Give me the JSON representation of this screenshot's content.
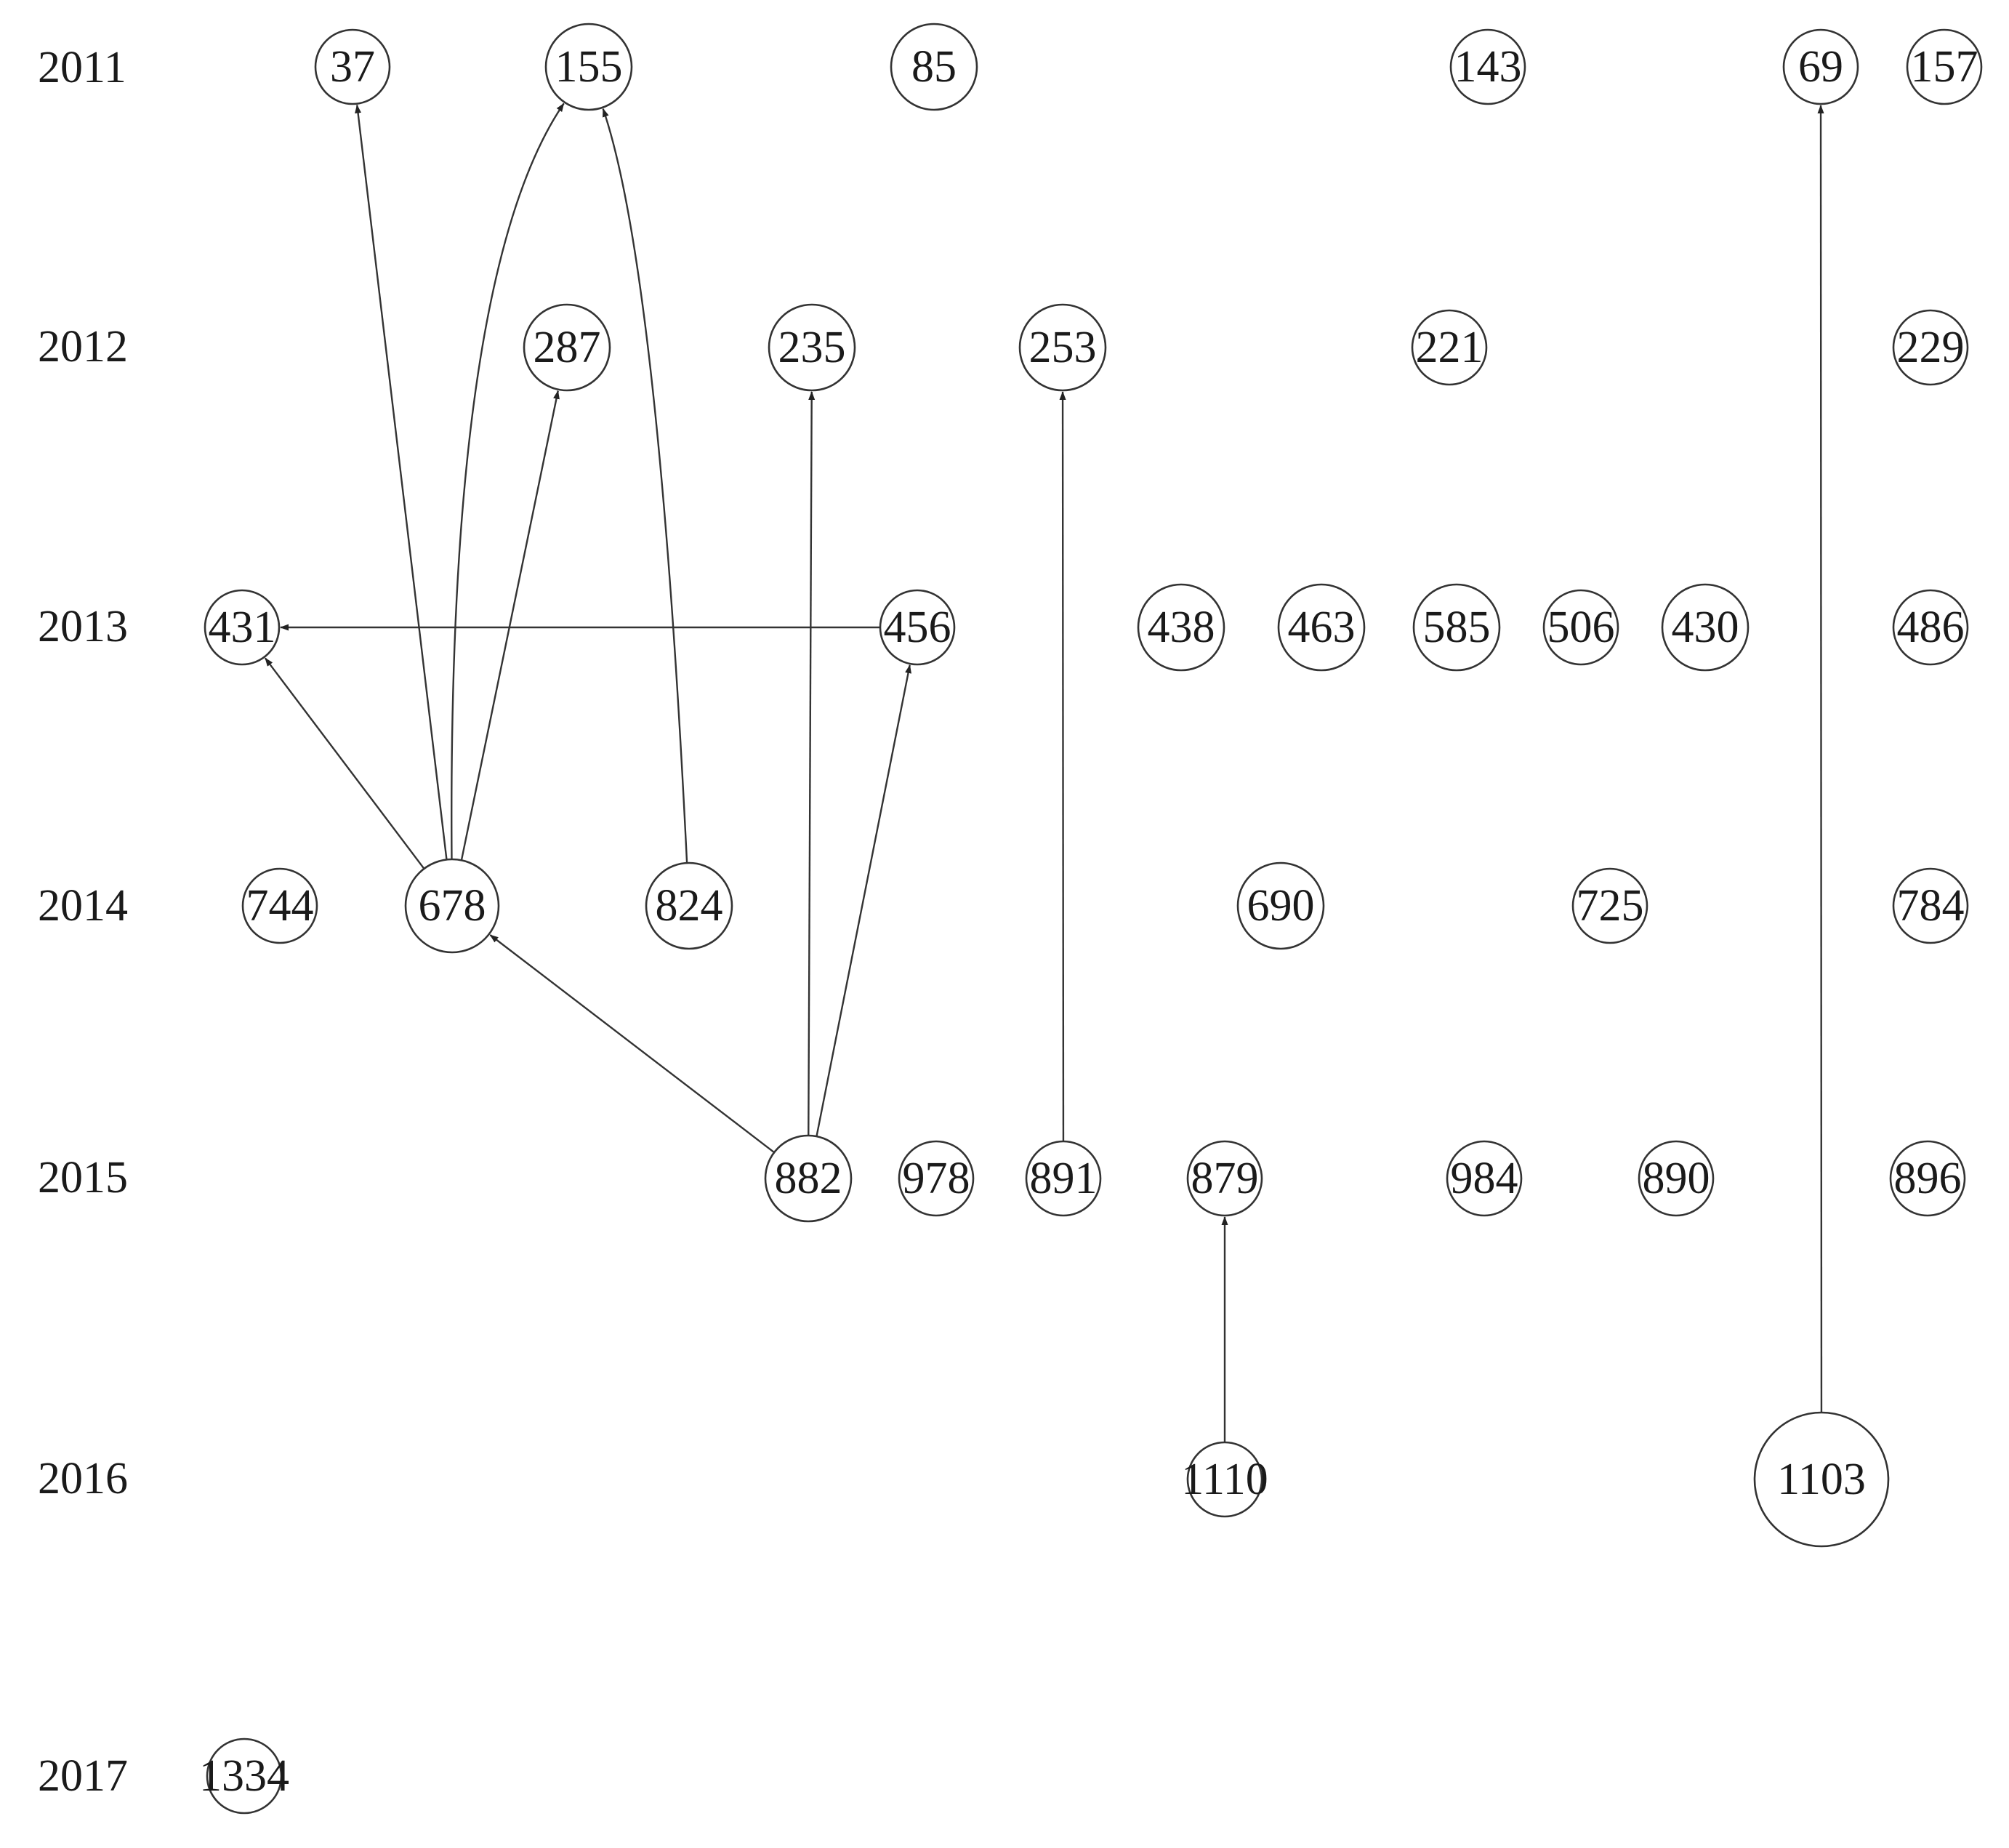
{
  "years": [
    "2011",
    "2012",
    "2013",
    "2014",
    "2015",
    "2016",
    "2017"
  ],
  "nodes": [
    {
      "id": "37",
      "year": "2011",
      "weight": 1
    },
    {
      "id": "155",
      "year": "2011",
      "weight": 2
    },
    {
      "id": "85",
      "year": "2011",
      "weight": 2
    },
    {
      "id": "143",
      "year": "2011",
      "weight": 1
    },
    {
      "id": "69",
      "year": "2011",
      "weight": 1
    },
    {
      "id": "157",
      "year": "2011",
      "weight": 1
    },
    {
      "id": "287",
      "year": "2012",
      "weight": 2
    },
    {
      "id": "235",
      "year": "2012",
      "weight": 2
    },
    {
      "id": "253",
      "year": "2012",
      "weight": 2
    },
    {
      "id": "221",
      "year": "2012",
      "weight": 1
    },
    {
      "id": "229",
      "year": "2012",
      "weight": 1
    },
    {
      "id": "431",
      "year": "2013",
      "weight": 1
    },
    {
      "id": "456",
      "year": "2013",
      "weight": 1
    },
    {
      "id": "438",
      "year": "2013",
      "weight": 2
    },
    {
      "id": "463",
      "year": "2013",
      "weight": 2
    },
    {
      "id": "585",
      "year": "2013",
      "weight": 2
    },
    {
      "id": "506",
      "year": "2013",
      "weight": 1
    },
    {
      "id": "430",
      "year": "2013",
      "weight": 2
    },
    {
      "id": "486",
      "year": "2013",
      "weight": 1
    },
    {
      "id": "744",
      "year": "2014",
      "weight": 1
    },
    {
      "id": "678",
      "year": "2014",
      "weight": 3
    },
    {
      "id": "824",
      "year": "2014",
      "weight": 2
    },
    {
      "id": "690",
      "year": "2014",
      "weight": 2
    },
    {
      "id": "725",
      "year": "2014",
      "weight": 1
    },
    {
      "id": "784",
      "year": "2014",
      "weight": 1
    },
    {
      "id": "882",
      "year": "2015",
      "weight": 2
    },
    {
      "id": "978",
      "year": "2015",
      "weight": 1
    },
    {
      "id": "891",
      "year": "2015",
      "weight": 1
    },
    {
      "id": "879",
      "year": "2015",
      "weight": 1
    },
    {
      "id": "984",
      "year": "2015",
      "weight": 1
    },
    {
      "id": "890",
      "year": "2015",
      "weight": 1
    },
    {
      "id": "896",
      "year": "2015",
      "weight": 1
    },
    {
      "id": "1110",
      "year": "2016",
      "weight": 1
    },
    {
      "id": "1103",
      "year": "2016",
      "weight": 4
    },
    {
      "id": "1334",
      "year": "2017",
      "weight": 1
    }
  ],
  "edges": [
    {
      "from": "678",
      "to": "37"
    },
    {
      "from": "678",
      "to": "155"
    },
    {
      "from": "678",
      "to": "287"
    },
    {
      "from": "678",
      "to": "431"
    },
    {
      "from": "824",
      "to": "155"
    },
    {
      "from": "456",
      "to": "431"
    },
    {
      "from": "882",
      "to": "235"
    },
    {
      "from": "882",
      "to": "678"
    },
    {
      "from": "882",
      "to": "456"
    },
    {
      "from": "891",
      "to": "253"
    },
    {
      "from": "1110",
      "to": "879"
    },
    {
      "from": "1103",
      "to": "69"
    }
  ]
}
